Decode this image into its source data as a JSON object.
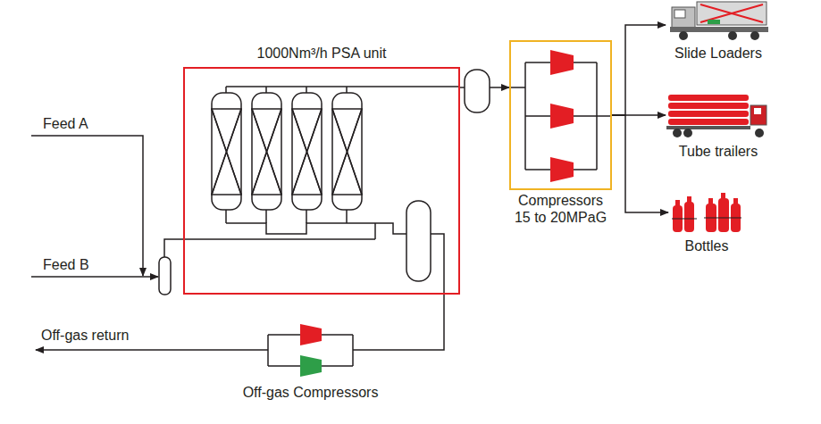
{
  "diagram": {
    "nodes": [
      {
        "text": [
          "1000Nm³/h PSA unit"
        ]
      },
      {
        "text": [
          "Compressors 15 to 20MPaG"
        ]
      },
      {
        "text": [
          "Slide Loaders"
        ]
      },
      {
        "text": [
          "Tube trailers"
        ]
      },
      {
        "text": [
          "Bottles"
        ]
      },
      {
        "text": [
          "Off-gas Compressors"
        ]
      }
    ],
    "edges": [
      {
        "from": 0,
        "to": 1,
        "arrow": "to"
      },
      {
        "from": 1,
        "to": 2,
        "arrow": "to"
      },
      {
        "from": 1,
        "to": 3,
        "arrow": "to"
      },
      {
        "from": 1,
        "to": 4,
        "arrow": "to"
      },
      {
        "from": 0,
        "to": 5,
        "arrow": "none"
      }
    ],
    "labels": [
      "Feed A",
      "Feed B",
      "Off-gas return"
    ]
  }
}
